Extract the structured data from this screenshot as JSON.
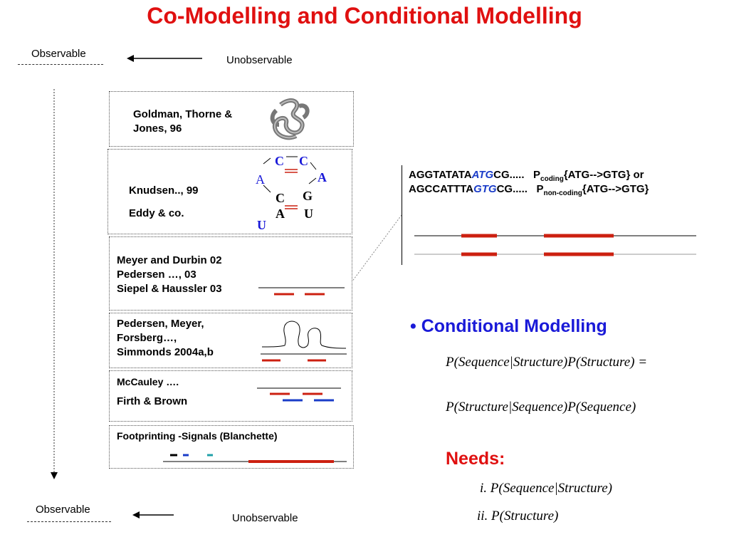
{
  "title": "Co-Modelling and Conditional Modelling",
  "top_observable": "Observable",
  "top_unobservable": "Unobservable",
  "bottom_observable": "Observable",
  "bottom_unobservable": "Unobservable",
  "boxes": {
    "box1": [
      "Goldman, Thorne &",
      "Jones, 96"
    ],
    "box2": [
      "Knudsen.., 99",
      "Eddy & co."
    ],
    "box3": [
      "Meyer and Durbin 02",
      "Pedersen …, 03",
      "Siepel & Haussler 03"
    ],
    "box4": [
      "Pedersen, Meyer,",
      "Forsberg…,",
      "Simmonds 2004a,b"
    ],
    "box5": [
      "McCauley ….",
      "Firth & Brown"
    ],
    "box6": [
      "Footprinting -Signals (Blanchette)"
    ]
  },
  "rna": {
    "c1": "C",
    "c2": "C",
    "a_left": "A",
    "a_right": "A",
    "c3": "C",
    "g": "G",
    "a_bottom": "A",
    "u_right": "U",
    "u_left": "U"
  },
  "sequence": {
    "line1_pre": "AGGTATATA",
    "line1_hl": "ATG",
    "line1_post": "CG.....",
    "line1_p": "P",
    "line1_sub": "coding",
    "line1_expr": "{ATG-->GTG} or",
    "line2_pre": "AGCCATTTA",
    "line2_hl": "GTG",
    "line2_post": "CG.....",
    "line2_p": "P",
    "line2_sub": "non-coding",
    "line2_expr": "{ATG-->GTG}"
  },
  "bullet": "Conditional Modelling",
  "formula1": "P(Sequence|Structure)P(Structure) =",
  "formula2": "P(Structure|Sequence)P(Sequence)",
  "needs": "Needs:",
  "need1": "i.  P(Sequence|Structure)",
  "need2": "ii.  P(Structure)",
  "colors": {
    "title": "#e01010",
    "blue": "#1a1ad8",
    "red_bar": "#cc2010",
    "blue_bar": "#1a3cc8",
    "teal": "#20a0a8"
  }
}
